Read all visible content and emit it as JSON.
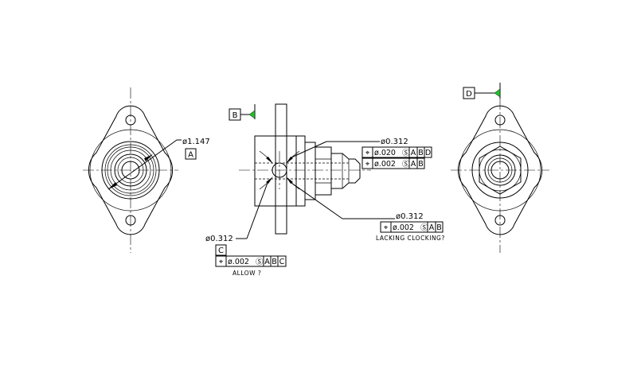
{
  "datums": {
    "a": "A",
    "b": "B",
    "c": "C",
    "d": "D"
  },
  "left_view": {
    "diameter_label": "ø1.147"
  },
  "center_view": {
    "hole_top_label": "ø0.312",
    "fcf_top_1": [
      "⌖",
      "ø.020",
      "Ⓢ",
      "A",
      "B",
      "D"
    ],
    "fcf_top_2": [
      "⌖",
      "ø.002",
      "Ⓢ",
      "A",
      "B"
    ],
    "hole_right_label": "ø0.312",
    "fcf_right": [
      "⌖",
      "ø.002",
      "Ⓢ",
      "A",
      "B"
    ],
    "right_note": "LACKING CLOCKING?",
    "hole_left_label": "ø0.312",
    "fcf_left": [
      "⌖",
      "ø.002",
      "Ⓢ",
      "A",
      "B",
      "C"
    ],
    "left_note": "ALLOW ?"
  },
  "colors": {
    "line": "#000000",
    "datum_triangle": "#22c22e",
    "background": "#ffffff"
  }
}
